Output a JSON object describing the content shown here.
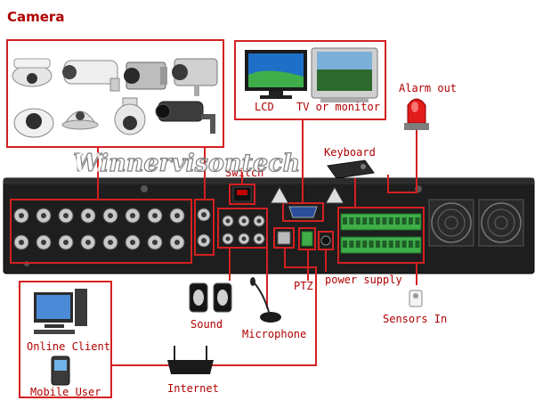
{
  "title": "Camera",
  "watermark": "Winnervisontech",
  "labels": {
    "switch": "Switch",
    "lcd": "LCD",
    "tv_monitor": "TV or monitor",
    "alarm_out": "Alarm out",
    "keyboard": "Keyboard",
    "ptz": "PTZ",
    "power_supply": "power supply",
    "sensors_in": "Sensors In",
    "sound": "Sound",
    "microphone": "Microphone",
    "online_client": "Online Client",
    "mobile_user": "Mobile User",
    "internet": "Internet"
  },
  "colors": {
    "accent": "#d42020",
    "label": "#b00000",
    "chassis": "#1e1e1e",
    "terminal": "#3fae4a"
  },
  "icons": [
    "dome-camera-icon",
    "bullet-camera-icon",
    "box-camera-icon",
    "speed-dome-icon",
    "lcd-monitor-icon",
    "crt-tv-icon",
    "alarm-light-icon",
    "keyboard-icon",
    "sensor-icon",
    "speaker-icon",
    "microphone-icon",
    "computer-icon",
    "mobile-phone-icon",
    "router-icon",
    "fan-icon",
    "bnc-connector-icon"
  ]
}
